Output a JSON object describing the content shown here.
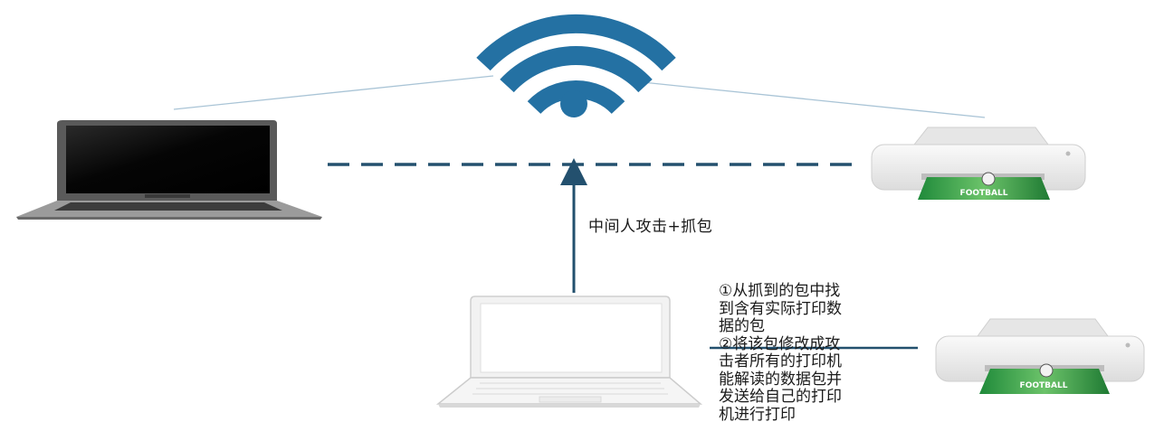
{
  "diagram": {
    "arrow_label": "中间人攻击+抓包",
    "steps": [
      "①从抓到的包中找",
      "到含有实际打印数",
      "据的包",
      "②将该包修改成攻",
      "击者所有的打印机",
      "能解读的数据包并",
      "发送给自己的打印",
      "机进行打印"
    ],
    "printer_paper_text": "FOOTBALL",
    "colors": {
      "wifi": "#2471a3",
      "link": "#23506e",
      "line": "#a9c4d6",
      "text": "#1a1a1a"
    }
  }
}
